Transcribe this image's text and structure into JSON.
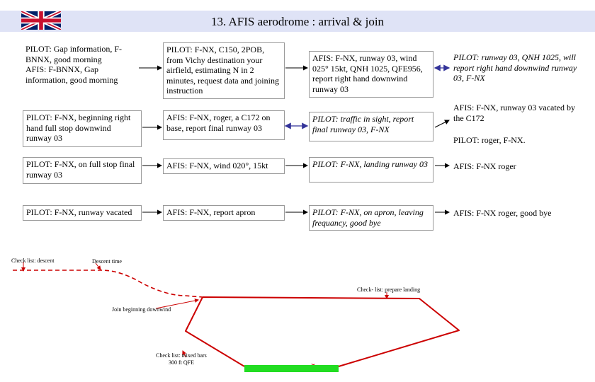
{
  "header": {
    "title": "13. AFIS aerodrome : arrival & join"
  },
  "rows": [
    {
      "cells": [
        "PILOT: Gap information, F-BNNX, good morning\nAFIS: F-BNNX, Gap information, good morning",
        "PILOT: F-NX, C150, 2POB, from Vichy destination your airfield, estimating N in 2 minutes, request data and joining instruction",
        "AFIS: F-NX, runway 03, wind 025° 15kt, QNH 1025, QFE956, report right hand downwind runway 03",
        "PILOT: runway 03, QNH 1025, will report right hand downwind runway 03, F-NX"
      ]
    },
    {
      "cells": [
        "PILOT: F-NX, beginning right hand full stop downwind runway 03",
        "AFIS: F-NX, roger, a C172 on base, report final runway 03",
        "PILOT: traffic in sight, report final runway 03, F-NX",
        "AFIS: F-NX, runway 03 vacated by the C172",
        "PILOT: roger, F-NX."
      ]
    },
    {
      "cells": [
        "PILOT: F-NX, on full stop final runway 03",
        "AFIS: F-NX, wind 020°, 15kt",
        "PILOT: F-NX, landing runway 03",
        "AFIS: F-NX roger"
      ]
    },
    {
      "cells": [
        "PILOT: F-NX, runway vacated",
        "AFIS: F-NX, report apron",
        "PILOT: F-NX, on apron, leaving frequancy, good bye",
        "AFIS: F-NX roger, good bye"
      ]
    }
  ],
  "diagram": {
    "labels": {
      "checklist_descent": "Check list: descent",
      "descent_time": "Descent time",
      "checklist_landing": "Check- list: prepare landing",
      "join_downwind": "Join beginning downwind",
      "checklist_final_line1": "Check list: mixed   bars",
      "checklist_final_line2": "300 ft QFE"
    },
    "colors": {
      "path": "#cc0000",
      "runway": "#22dd22",
      "arrow": "#333399",
      "header_band": "#dfe3f6"
    }
  }
}
